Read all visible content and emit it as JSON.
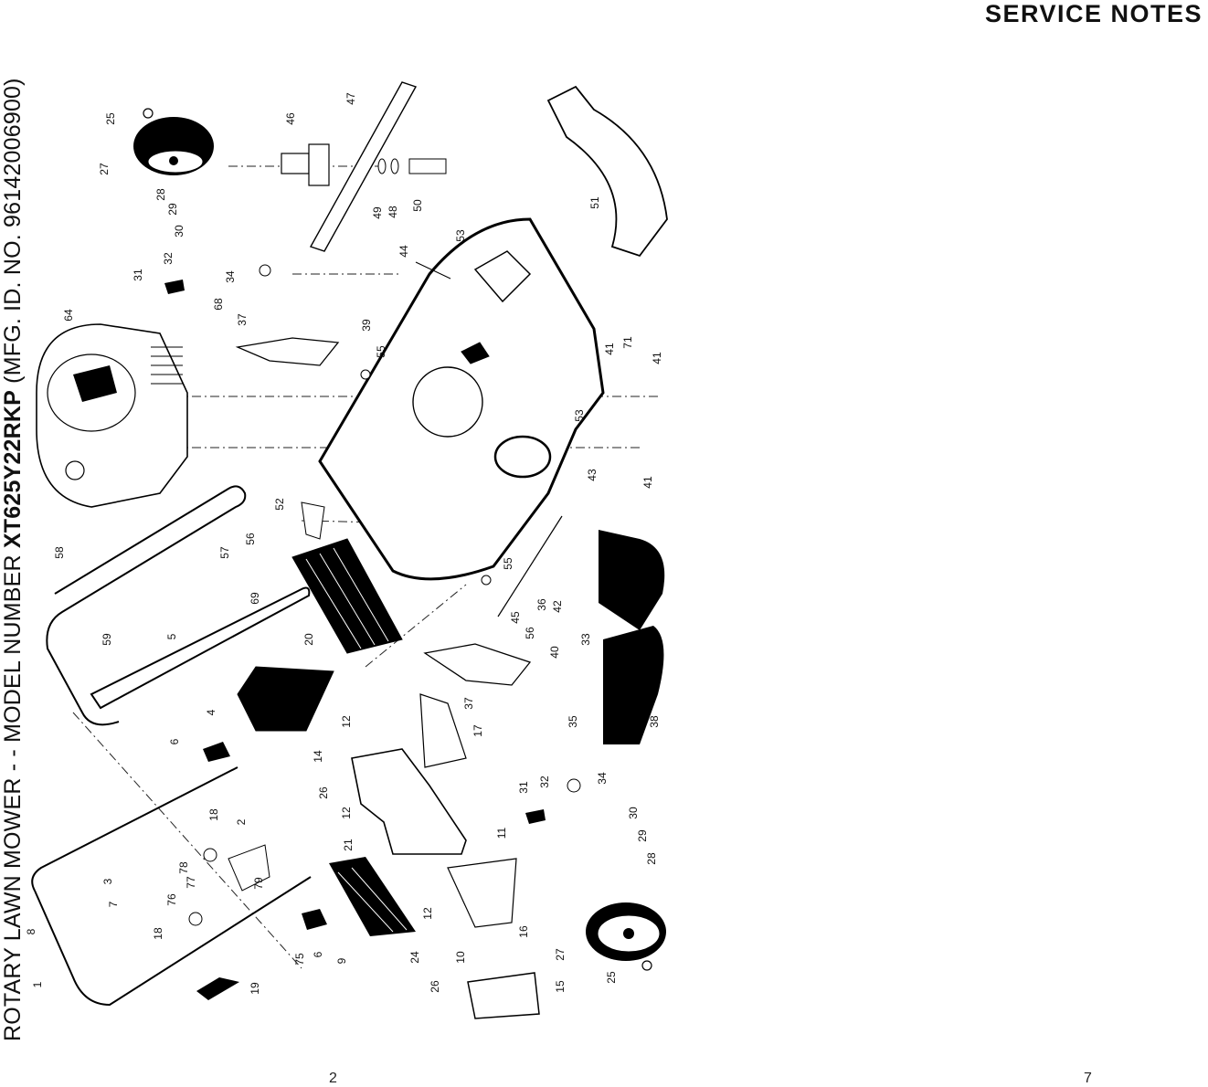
{
  "title": {
    "part1": "ROTARY LAWN MOWER - - MODEL NUMBER ",
    "model": "XT625Y22RKP",
    "part2": " (MFG. ID. NO. 96142006900)"
  },
  "right_header": "SERVICE NOTES",
  "page_numbers": {
    "left": "2",
    "right": "7"
  },
  "callouts": [
    {
      "n": "1"
    },
    {
      "n": "2"
    },
    {
      "n": "3"
    },
    {
      "n": "4"
    },
    {
      "n": "5"
    },
    {
      "n": "6"
    },
    {
      "n": "6"
    },
    {
      "n": "7"
    },
    {
      "n": "8"
    },
    {
      "n": "9"
    },
    {
      "n": "10"
    },
    {
      "n": "11"
    },
    {
      "n": "12"
    },
    {
      "n": "12"
    },
    {
      "n": "12"
    },
    {
      "n": "14"
    },
    {
      "n": "15"
    },
    {
      "n": "16"
    },
    {
      "n": "17"
    },
    {
      "n": "18"
    },
    {
      "n": "18"
    },
    {
      "n": "19"
    },
    {
      "n": "20"
    },
    {
      "n": "21"
    },
    {
      "n": "24"
    },
    {
      "n": "25"
    },
    {
      "n": "25"
    },
    {
      "n": "26"
    },
    {
      "n": "26"
    },
    {
      "n": "27"
    },
    {
      "n": "27"
    },
    {
      "n": "28"
    },
    {
      "n": "28"
    },
    {
      "n": "29"
    },
    {
      "n": "29"
    },
    {
      "n": "30"
    },
    {
      "n": "30"
    },
    {
      "n": "31"
    },
    {
      "n": "31"
    },
    {
      "n": "32"
    },
    {
      "n": "32"
    },
    {
      "n": "33"
    },
    {
      "n": "34"
    },
    {
      "n": "34"
    },
    {
      "n": "35"
    },
    {
      "n": "36"
    },
    {
      "n": "37"
    },
    {
      "n": "37"
    },
    {
      "n": "38"
    },
    {
      "n": "39"
    },
    {
      "n": "40"
    },
    {
      "n": "41"
    },
    {
      "n": "41"
    },
    {
      "n": "41"
    },
    {
      "n": "42"
    },
    {
      "n": "43"
    },
    {
      "n": "44"
    },
    {
      "n": "45"
    },
    {
      "n": "46"
    },
    {
      "n": "47"
    },
    {
      "n": "48"
    },
    {
      "n": "49"
    },
    {
      "n": "50"
    },
    {
      "n": "51"
    },
    {
      "n": "52"
    },
    {
      "n": "53"
    },
    {
      "n": "53"
    },
    {
      "n": "55"
    },
    {
      "n": "55"
    },
    {
      "n": "56"
    },
    {
      "n": "56"
    },
    {
      "n": "57"
    },
    {
      "n": "58"
    },
    {
      "n": "59"
    },
    {
      "n": "64"
    },
    {
      "n": "68"
    },
    {
      "n": "69"
    },
    {
      "n": "71"
    },
    {
      "n": "75"
    },
    {
      "n": "76"
    },
    {
      "n": "77"
    },
    {
      "n": "78"
    },
    {
      "n": "79"
    }
  ]
}
